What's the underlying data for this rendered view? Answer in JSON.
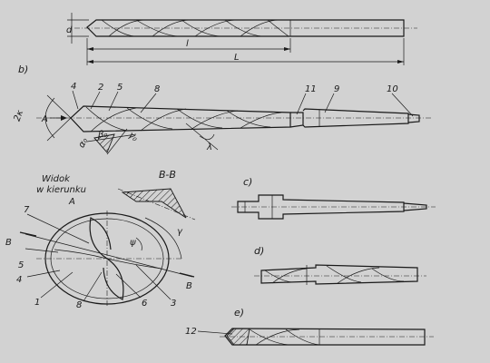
{
  "view_a": {
    "dim_d": "d",
    "dim_l": "l",
    "dim_L": "L"
  },
  "view_b": {
    "title": "b)",
    "labels": {
      "n4": "4",
      "n2": "2",
      "n5": "5",
      "n8": "8",
      "n11": "11",
      "n9": "9",
      "n10": "10"
    },
    "angles": {
      "two_kappa": "2κ",
      "A": "A",
      "alpha": "α₀",
      "beta": "β₀",
      "gamma": "γ₀",
      "lambda": "λ"
    }
  },
  "view_section": {
    "caption_line1": "Widok",
    "caption_line2": "w kierunku",
    "caption_line3": "A",
    "section_title": "B-B",
    "labels": {
      "n7": "7",
      "n5": "5",
      "n4": "4",
      "n1": "1",
      "n8": "8",
      "n6": "6",
      "n3": "3"
    },
    "marks": {
      "B_left": "B",
      "B_right": "B",
      "gamma": "γ",
      "psi": "ψ"
    }
  },
  "view_c": {
    "title": "c)"
  },
  "view_d": {
    "title": "d)"
  },
  "view_e": {
    "title": "e)",
    "label_12": "12"
  }
}
